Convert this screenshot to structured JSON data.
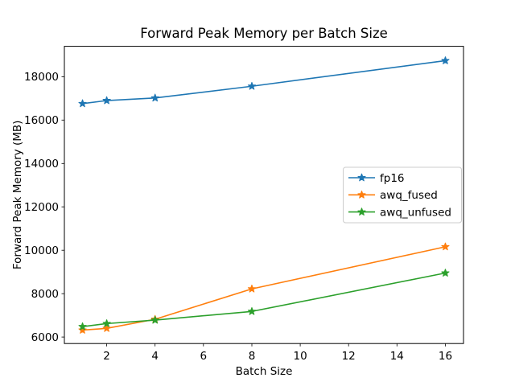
{
  "figure": {
    "background": "#ffffff"
  },
  "chart_data": {
    "type": "line",
    "title": "Forward Peak Memory per Batch Size",
    "xlabel": "Batch Size",
    "ylabel": "Forward Peak Memory (MB)",
    "x": [
      1,
      2,
      4,
      8,
      16
    ],
    "series": [
      {
        "name": "fp16",
        "color": "#1f77b4",
        "marker": "star",
        "values": [
          16760,
          16900,
          17020,
          17560,
          18740
        ]
      },
      {
        "name": "awq_fused",
        "color": "#ff7f0e",
        "marker": "star",
        "values": [
          6320,
          6400,
          6820,
          8220,
          10160
        ]
      },
      {
        "name": "awq_unfused",
        "color": "#2ca02c",
        "marker": "star",
        "values": [
          6480,
          6620,
          6780,
          7180,
          8950
        ]
      }
    ],
    "xticks": [
      2,
      4,
      6,
      8,
      10,
      12,
      14,
      16
    ],
    "yticks": [
      6000,
      8000,
      10000,
      12000,
      14000,
      16000,
      18000
    ],
    "xlim": [
      0.25,
      16.75
    ],
    "ylim": [
      5700,
      19400
    ],
    "grid": false,
    "legend_position": "center right",
    "legend_labels": [
      "fp16",
      "awq_fused",
      "awq_unfused"
    ],
    "axis_color": "#000000",
    "legend_border_color": "#cccccc",
    "text_color": "#000000"
  }
}
